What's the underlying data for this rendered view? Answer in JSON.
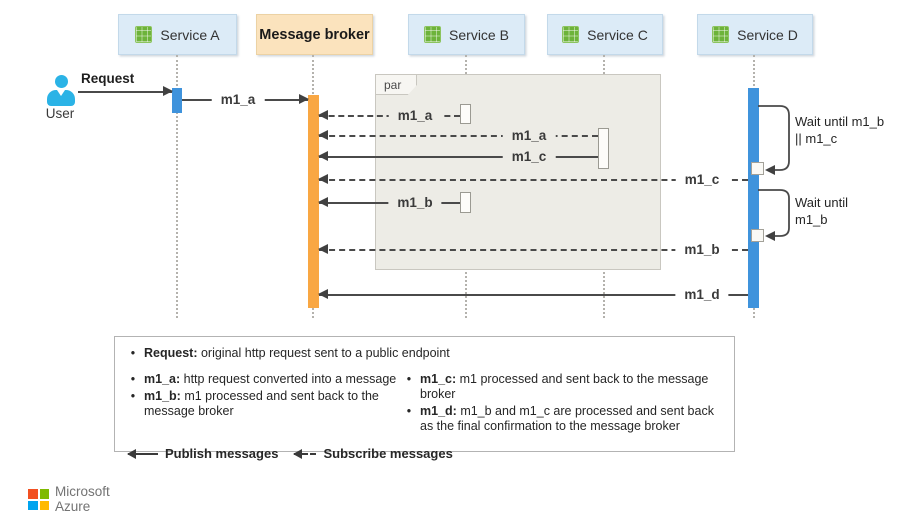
{
  "diagram": {
    "actor": {
      "label": "User"
    },
    "participants": [
      {
        "label": "Service A",
        "type": "service"
      },
      {
        "label": "Message broker",
        "type": "broker"
      },
      {
        "label": "Service B",
        "type": "service"
      },
      {
        "label": "Service C",
        "type": "service"
      },
      {
        "label": "Service D",
        "type": "service"
      }
    ],
    "fragment": {
      "label": "par"
    },
    "messages": [
      {
        "label": "Request",
        "kind": "request",
        "from": "User",
        "to": "Service A"
      },
      {
        "label": "m1_a",
        "kind": "publish",
        "from": "Service A",
        "to": "Message broker"
      },
      {
        "label": "m1_a",
        "kind": "subscribe",
        "from": "Message broker",
        "to": "Service B"
      },
      {
        "label": "m1_a",
        "kind": "subscribe",
        "from": "Message broker",
        "to": "Service C"
      },
      {
        "label": "m1_c",
        "kind": "publish",
        "from": "Service C",
        "to": "Message broker"
      },
      {
        "label": "m1_c",
        "kind": "subscribe",
        "from": "Message broker",
        "to": "Service D"
      },
      {
        "label": "m1_b",
        "kind": "publish",
        "from": "Service B",
        "to": "Message broker"
      },
      {
        "label": "m1_b",
        "kind": "subscribe",
        "from": "Message broker",
        "to": "Service D"
      },
      {
        "label": "m1_d",
        "kind": "publish",
        "from": "Service D",
        "to": "Message broker"
      }
    ],
    "annotations": {
      "wait1": {
        "line1": "Wait until m1_b",
        "line2": "|| m1_c"
      },
      "wait2": {
        "line1": "Wait until",
        "line2": "m1_b"
      }
    }
  },
  "legend": {
    "request": {
      "key": "Request:",
      "text": "original http request sent to a public endpoint"
    },
    "items_left": [
      {
        "key": "m1_a:",
        "text": "http request converted into a message"
      },
      {
        "key": "m1_b:",
        "text": "m1 processed and sent back to the message broker"
      }
    ],
    "items_right": [
      {
        "key": "m1_c:",
        "text": "m1 processed and sent back to the message broker"
      },
      {
        "key": "m1_d:",
        "text": "m1_b and m1_c are processed and sent back as the final confirmation to the message broker"
      }
    ],
    "publish_label": "Publish messages",
    "subscribe_label": "Subscribe messages",
    "bullet": "•"
  },
  "footer_logo": {
    "line1": "Microsoft",
    "line2": "Azure"
  },
  "colors": {
    "broker_bar": "#f9a743",
    "service_bar": "#3f93dc",
    "service_box": "#dcebf7",
    "broker_box": "#fbe3bd",
    "icon_green": "#6db33a",
    "user_cyan": "#2bb3e6",
    "ms_red": "#f25022",
    "ms_green": "#7fba00",
    "ms_blue": "#00a4ef",
    "ms_yellow": "#ffb900"
  }
}
